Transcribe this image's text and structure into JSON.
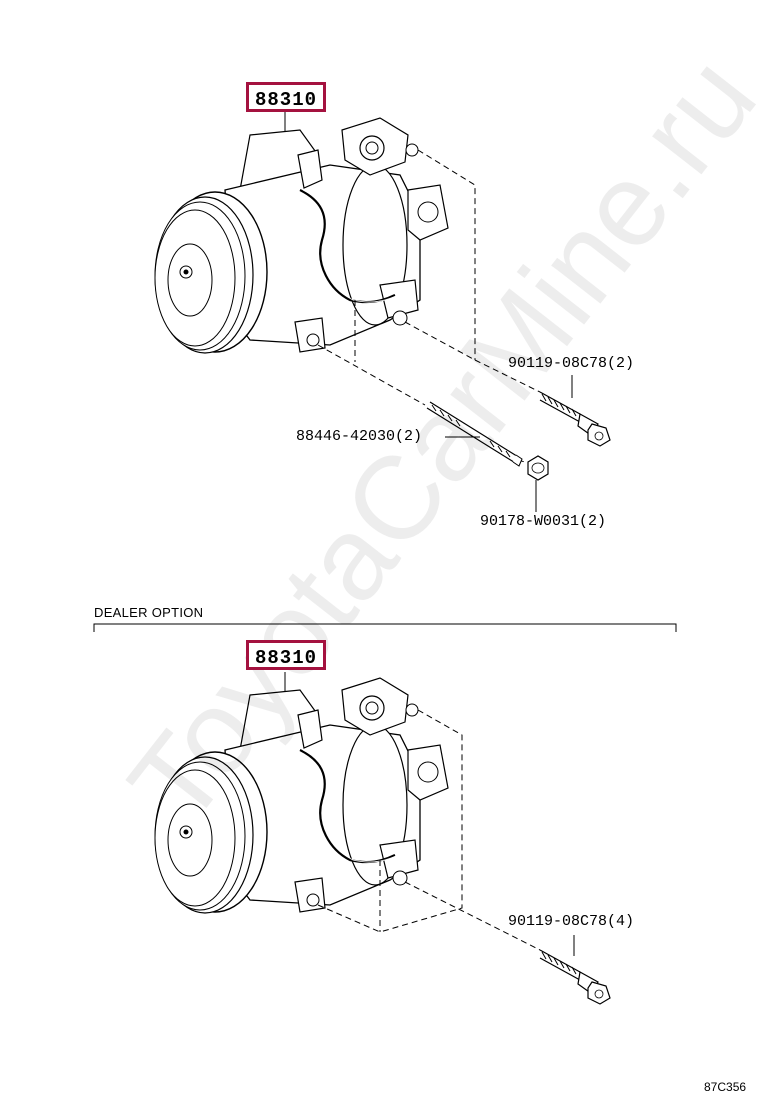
{
  "top_assembly": {
    "main_part": "88310",
    "callouts": {
      "bolt": "90119-08C78(2)",
      "stud": "88446-42030(2)",
      "nut": "90178-W0031(2)"
    }
  },
  "dealer_option": {
    "label": "DEALER OPTION",
    "main_part": "88310",
    "callouts": {
      "bolt": "90119-08C78(4)"
    }
  },
  "figure_code": "87C356",
  "watermark": "ToyotaCarMine.ru",
  "colors": {
    "highlight_border": "#a4123f",
    "line": "#000000"
  }
}
